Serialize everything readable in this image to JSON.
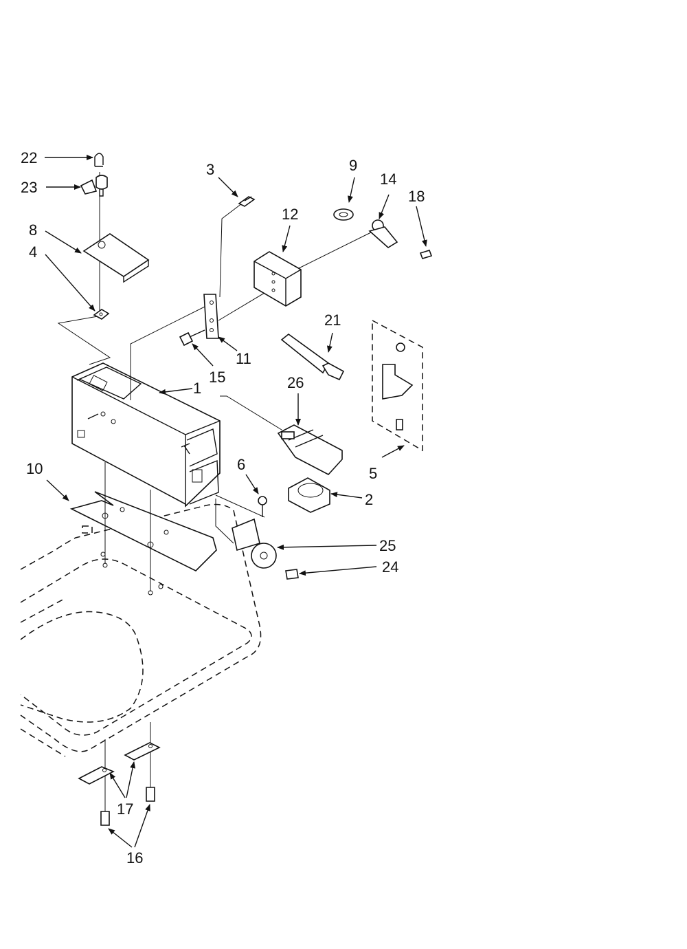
{
  "callouts": [
    {
      "id": "1",
      "label": "1"
    },
    {
      "id": "2",
      "label": "2"
    },
    {
      "id": "3",
      "label": "3"
    },
    {
      "id": "4",
      "label": "4"
    },
    {
      "id": "5",
      "label": "5"
    },
    {
      "id": "6",
      "label": "6"
    },
    {
      "id": "8",
      "label": "8"
    },
    {
      "id": "9",
      "label": "9"
    },
    {
      "id": "10",
      "label": "10"
    },
    {
      "id": "11",
      "label": "11"
    },
    {
      "id": "12",
      "label": "12"
    },
    {
      "id": "14",
      "label": "14"
    },
    {
      "id": "15",
      "label": "15"
    },
    {
      "id": "16",
      "label": "16"
    },
    {
      "id": "17",
      "label": "17"
    },
    {
      "id": "18",
      "label": "18"
    },
    {
      "id": "21",
      "label": "21"
    },
    {
      "id": "22",
      "label": "22"
    },
    {
      "id": "23",
      "label": "23"
    },
    {
      "id": "24",
      "label": "24"
    },
    {
      "id": "25",
      "label": "25"
    },
    {
      "id": "26",
      "label": "26"
    }
  ]
}
